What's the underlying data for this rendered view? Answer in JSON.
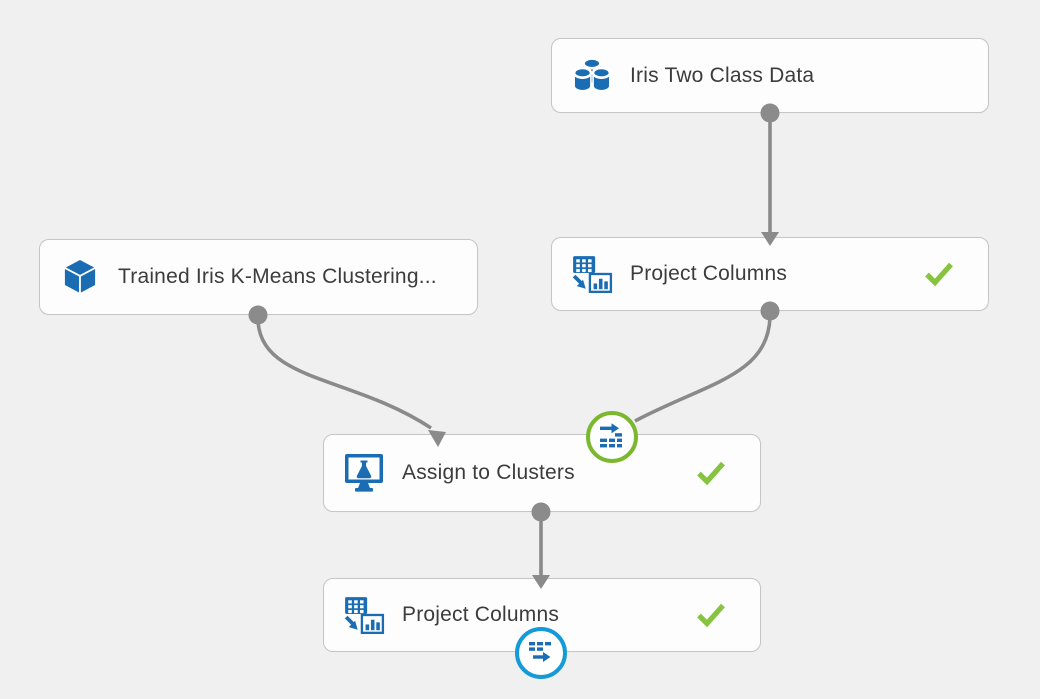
{
  "diagram": {
    "kind": "ml-experiment-canvas",
    "nodes": [
      {
        "id": "iris-two-class-data",
        "label": "Iris Two Class Data",
        "icon": "dataset-icon",
        "completed": false
      },
      {
        "id": "trained-iris-kmeans",
        "label": "Trained Iris K-Means Clustering...",
        "icon": "trained-model-icon",
        "completed": false
      },
      {
        "id": "project-columns-1",
        "label": "Project Columns",
        "icon": "project-columns-icon",
        "completed": true
      },
      {
        "id": "assign-to-clusters",
        "label": "Assign to Clusters",
        "icon": "assign-to-clusters-icon",
        "completed": true
      },
      {
        "id": "project-columns-2",
        "label": "Project Columns",
        "icon": "project-columns-icon",
        "completed": true
      }
    ],
    "edges": [
      {
        "from": "iris-two-class-data",
        "to": "project-columns-1"
      },
      {
        "from": "trained-iris-kmeans",
        "to": "assign-to-clusters"
      },
      {
        "from": "project-columns-1",
        "to": "assign-to-clusters"
      },
      {
        "from": "assign-to-clusters",
        "to": "project-columns-2"
      }
    ],
    "badges": [
      {
        "type": "input-data-badge",
        "attached_to": "assign-to-clusters",
        "color": "#7cb82f"
      },
      {
        "type": "visualize-output-badge",
        "attached_to": "project-columns-2",
        "color": "#149bd7"
      }
    ],
    "colors": {
      "background": "#f0f0f0",
      "node_fill": "#fdfdfd",
      "node_border": "#c6c6c6",
      "label_text": "#3c3c3c",
      "icon_blue": "#1b6db3",
      "check_green": "#86c33f",
      "edge_gray": "#8a8a8a",
      "port_gray": "#8b8b8b",
      "badge_green_border": "#7cb82f",
      "badge_blue_border": "#149bd7"
    }
  }
}
